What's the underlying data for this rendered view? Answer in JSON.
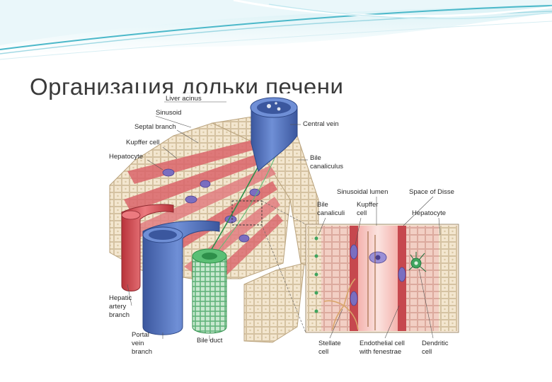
{
  "slide": {
    "title": "Организация дольки печени"
  },
  "diagram": {
    "labels": {
      "liver_acinus": "Liver acinus",
      "sinusoid": "Sinusoid",
      "septal_branch": "Septal branch",
      "kupffer_cell": "Kupffer cell",
      "hepatocyte": "Hepatocyte",
      "central_vein": "Central vein",
      "bile": "Bile",
      "canaliculus": "canaliculus",
      "hepatic": "Hepatic",
      "artery": "artery",
      "branch": "branch",
      "portal": "Portal",
      "vein": "vein",
      "portal_branch": "branch",
      "bile_duct": "Bile duct"
    },
    "inset_labels": {
      "sinusoidal_lumen": "Sinusoidal lumen",
      "space_of_disse": "Space of Disse",
      "bile": "Bile",
      "canaliculi": "canaliculi",
      "kupffer": "Kupffer",
      "cell": "cell",
      "hepatocyte": "Hepatocyte",
      "stellate": "Stellate",
      "stellate_cell": "cell",
      "endothelial_cell": "Endothelial cell",
      "with_fenestrae": "with fenestrae",
      "dendritic": "Dendritic",
      "dendritic_cell": "cell"
    },
    "colors": {
      "hepatocyte_fill": "#f3e6cf",
      "sinusoid_red": "#d9646a",
      "vein_blue": "#4f6fb8",
      "artery_red": "#d9474e",
      "bile_duct_green": "#3fa45e",
      "kupffer_purple": "#7a6ec0",
      "banner_teal": "#4bb8c9"
    }
  }
}
